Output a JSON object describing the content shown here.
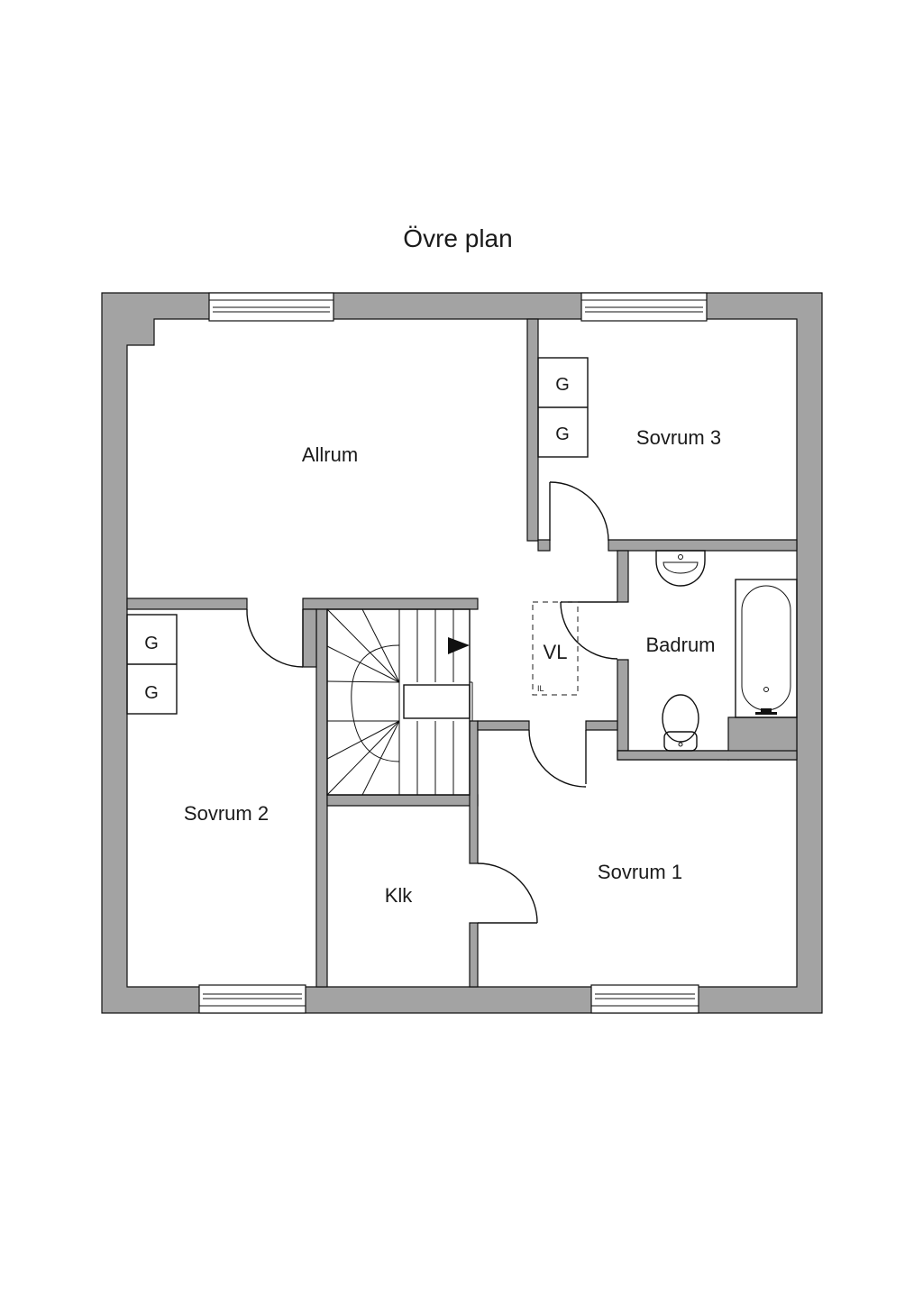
{
  "title": "Övre plan",
  "rooms": {
    "allrum": "Allrum",
    "sovrum3": "Sovrum 3",
    "sovrum2": "Sovrum 2",
    "sovrum1": "Sovrum 1",
    "badrum": "Badrum",
    "klk": "Klk",
    "vl": "VL"
  },
  "wardrobe_marker": "G",
  "vl_note": "IL",
  "colors": {
    "wall": "#a3a3a3",
    "line": "#111111",
    "background": "#ffffff"
  }
}
